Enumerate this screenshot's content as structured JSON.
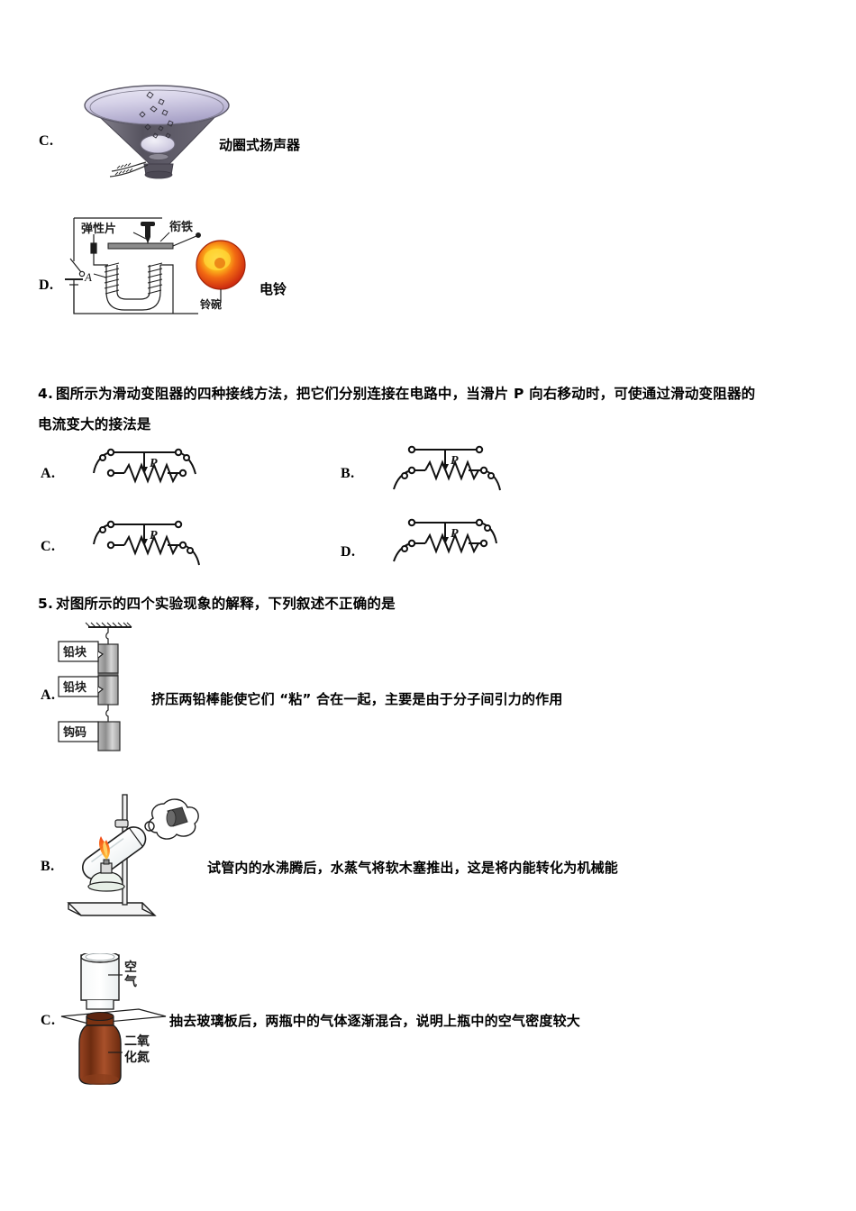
{
  "document": {
    "type": "physics-exam-page",
    "language": "zh-CN"
  },
  "question3_options": {
    "option_c": {
      "letter": "C.",
      "figure_caption": "动圈式扬声器",
      "figure_name": "moving-coil-loudspeaker-illustration"
    },
    "option_d": {
      "letter": "D.",
      "figure_name": "electric-bell-circuit-diagram",
      "labels": {
        "spring_plate": "弹性片",
        "armature": "衔铁",
        "coil_marker": "A",
        "bell": "电铃",
        "bell_bowl": "铃碗"
      }
    }
  },
  "question4": {
    "number": "4.",
    "line1": "图所示为滑动变阻器的四种接线方法，把它们分别连接在电路中，当滑片 P 向右移动时，可使通过滑动变阻器的",
    "line2": "电流变大的接法是",
    "slider_label": "P",
    "options": [
      {
        "letter": "A.",
        "name": "rheostat-option-a",
        "connections": "top-left + top-right"
      },
      {
        "letter": "B.",
        "name": "rheostat-option-b",
        "connections": "bottom-left + bottom-right"
      },
      {
        "letter": "C.",
        "name": "rheostat-option-c",
        "connections": "top-left + bottom-right"
      },
      {
        "letter": "D.",
        "name": "rheostat-option-d",
        "connections": "top-right + bottom-left"
      }
    ]
  },
  "question5": {
    "number": "5.",
    "stem": "对图所示的四个实验现象的解释，下列叙述不正确的是",
    "options": [
      {
        "letter": "A.",
        "text": "挤压两铅棒能使它们 “粘” 合在一起，主要是由于分子间引力的作用",
        "figure_name": "lead-blocks-adhesion-experiment",
        "figure_labels": {
          "lead_block_upper": "铅块",
          "lead_block_lower": "铅块",
          "hook_weight": "钩码"
        }
      },
      {
        "letter": "B.",
        "text": "试管内的水沸腾后，水蒸气将软木塞推出，这是将内能转化为机械能",
        "figure_name": "boiling-test-tube-cork-experiment"
      },
      {
        "letter": "C.",
        "text": "抽去玻璃板后，两瓶中的气体逐渐混合，说明上瓶中的空气密度较大",
        "figure_name": "gas-diffusion-bottles-experiment",
        "figure_labels": {
          "upper_bottle": "空气",
          "lower_bottle_line1": "二氧",
          "lower_bottle_line2": "化氮"
        }
      }
    ]
  },
  "colors": {
    "speaker_cone_light": "#e6e3f2",
    "speaker_cone_mid": "#b8b2d6",
    "speaker_rim": "#6e6b7a",
    "speaker_body": "#5d5a66",
    "bell_outer": "#d4321a",
    "bell_mid": "#f07818",
    "bell_inner": "#ffd42a",
    "flame": "#ff4500",
    "no2_brown": "#7a3212",
    "no2_light": "#a8502a",
    "lead_gray": "#9a9a9a",
    "ink": "#000000"
  }
}
